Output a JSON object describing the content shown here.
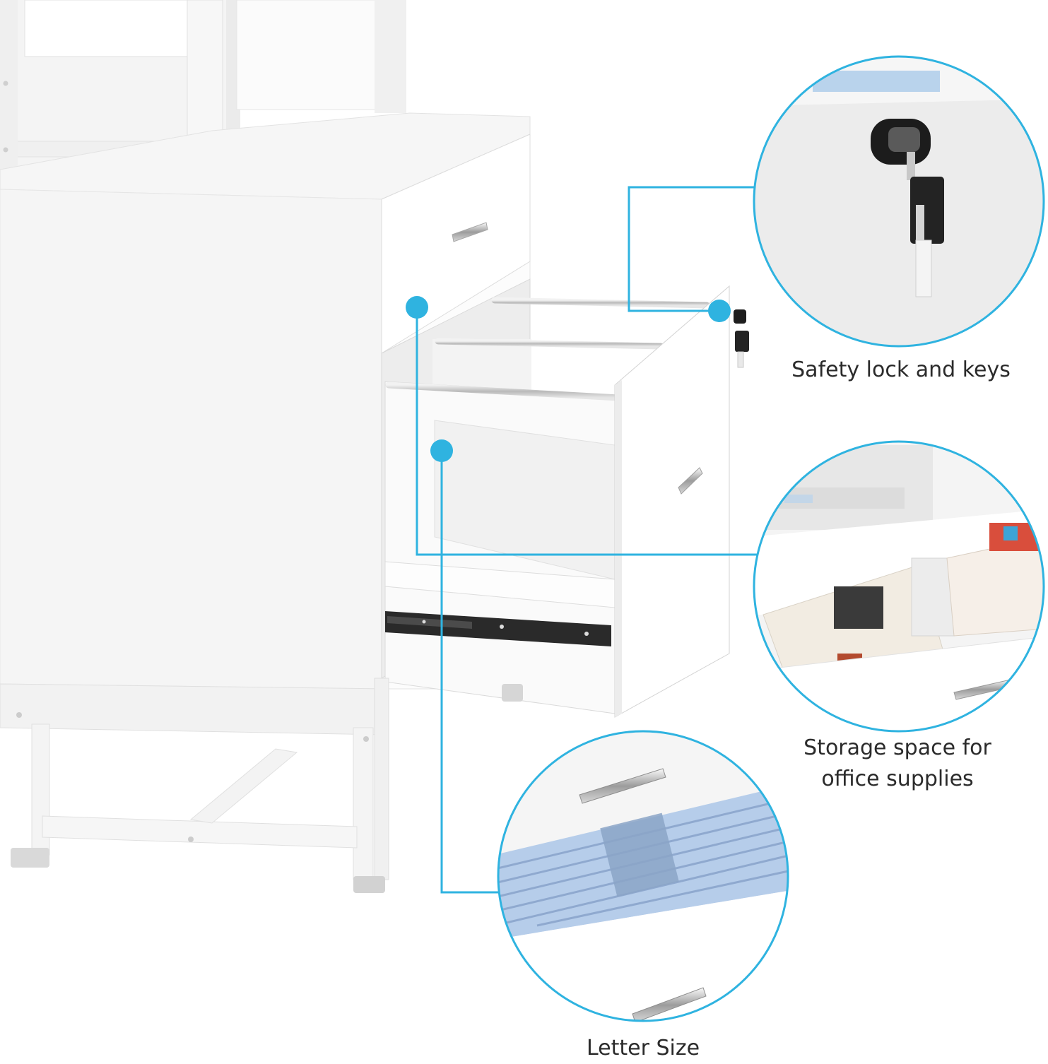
{
  "product": "white filing cabinet with open drawer and shelves",
  "accent_color": "#2fb3e0",
  "callouts": [
    {
      "caption": "Safety lock and keys"
    },
    {
      "caption_lines": [
        "Storage space for",
        "office supplies"
      ]
    },
    {
      "caption": "Letter Size"
    }
  ]
}
